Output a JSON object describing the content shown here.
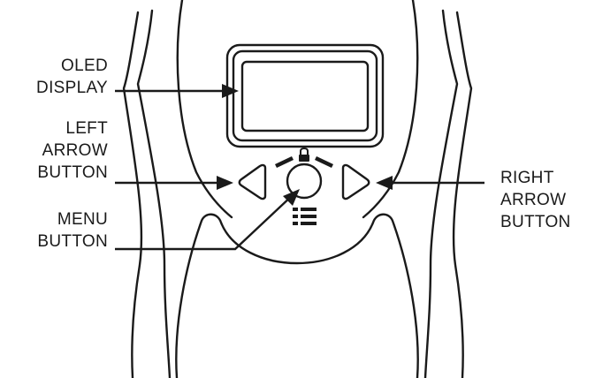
{
  "labels": {
    "oled_display": [
      "OLED",
      "DISPLAY"
    ],
    "left_arrow_button": [
      "LEFT",
      "ARROW",
      "BUTTON"
    ],
    "menu_button": [
      "MENU",
      "BUTTON"
    ],
    "right_arrow_button": [
      "RIGHT",
      "ARROW",
      "BUTTON"
    ]
  },
  "icons": {
    "lock": "lock-icon",
    "menu": "list-menu-icon",
    "left": "left-arrow-icon",
    "right": "right-arrow-icon"
  },
  "colors": {
    "line": "#1a1a1a",
    "background": "#ffffff"
  }
}
